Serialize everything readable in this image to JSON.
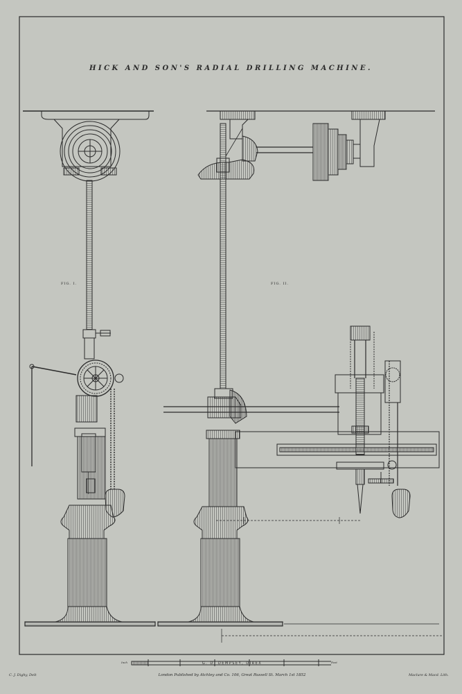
{
  "plate": {
    "title": "HICK AND SON'S RADIAL DRILLING MACHINE.",
    "fig1_label": "FIG. I.",
    "fig2_label": "FIG. II.",
    "engraver": "G. D. DEMPSEY, DIREX",
    "publisher_line": "London Published by Atchley and Co. 106, Great Russell St. March 1st 1852",
    "delineator": "C. J. Dighy, Delt",
    "lithographer": "Maclure & Macd. Lith.",
    "scale_left": "Inch",
    "scale_right": "Feet"
  },
  "colors": {
    "paper": "#c4c6c0",
    "ink": "#2a2a2a"
  }
}
